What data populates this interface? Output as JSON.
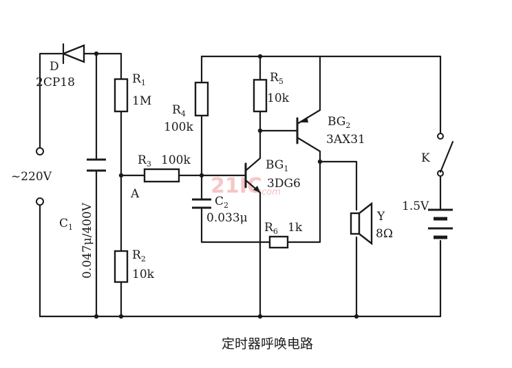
{
  "diagram": {
    "caption": "定时器呼唤电路",
    "watermark": {
      "main": "21IC",
      "sub": ".com"
    },
    "supply": {
      "ac_label": "~220V",
      "dc_label": "1.5V"
    },
    "node_label": "A",
    "components": {
      "D": {
        "name": "D",
        "value": "2CP18"
      },
      "C1": {
        "name": "C",
        "sub": "1",
        "value": "0.047μ/400V"
      },
      "R1": {
        "name": "R",
        "sub": "1",
        "value": "1M"
      },
      "R2": {
        "name": "R",
        "sub": "2",
        "value": "10k"
      },
      "R3": {
        "name": "R",
        "sub": "3",
        "value": "100k"
      },
      "R4": {
        "name": "R",
        "sub": "4",
        "value": "100k"
      },
      "R5": {
        "name": "R",
        "sub": "5",
        "value": "10k"
      },
      "R6": {
        "name": "R",
        "sub": "6",
        "value": "1k"
      },
      "C2": {
        "name": "C",
        "sub": "2",
        "value": "0.033μ"
      },
      "BG1": {
        "name": "BG",
        "sub": "1",
        "value": "3DG6"
      },
      "BG2": {
        "name": "BG",
        "sub": "2",
        "value": "3AX31"
      },
      "Y": {
        "name": "Y",
        "value": "8Ω"
      },
      "K": {
        "name": "K"
      }
    }
  }
}
